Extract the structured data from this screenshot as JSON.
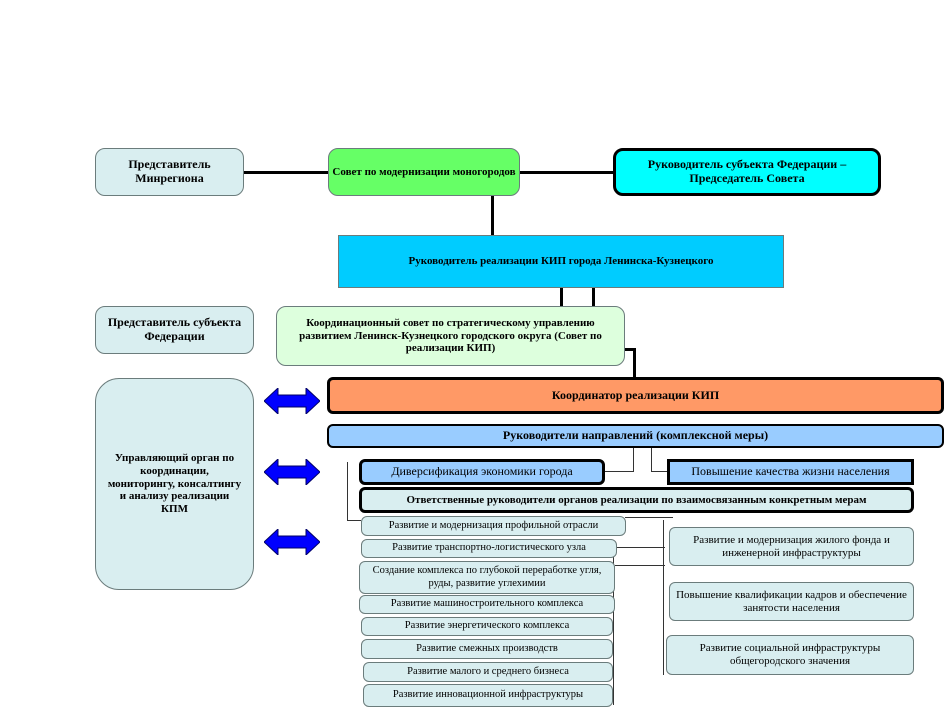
{
  "colors": {
    "pale_cyan": "#d9eef0",
    "green": "#66ff66",
    "cyan": "#00ffff",
    "sky": "#00ccff",
    "pale_green": "#ddffdd",
    "orange": "#ff9966",
    "light_blue": "#99ccff",
    "arrow_blue": "#0000ff"
  },
  "top_row": {
    "minregion_rep": "Представитель Минрегиона",
    "modernization_council": "Совет по модернизации моногородов",
    "federation_head": "Руководитель субъекта Федерации – Председатель Совета"
  },
  "kip_head": "Руководитель реализации КИП города Ленинска-Кузнецкого",
  "federation_rep": "Представитель субъекта Федерации",
  "coord_council": "Координационный совет по стратегическому управлению развитием Ленинск-Кузнецкого городского округа (Совет по реализации КИП)",
  "management_body": "Управляющий орган по координации, мониторингу, консалтингу и анализу реализации КПМ",
  "kip_coordinator": "Координатор реализации КИП",
  "direction_heads": "Руководители направлений (комплексной меры)",
  "directions": {
    "diversification": "Диверсификация экономики города",
    "quality_of_life": "Повышение качества жизни населения"
  },
  "responsible_heads": "Ответственные руководители органов реализации по взаимосвязанным конкретным мерам",
  "left_measures": [
    "Развитие и модернизация профильной отрасли",
    "Развитие транспортно-логистического узла",
    "Создание комплекса по глубокой переработке угля, руды, развитие углехимии",
    "Развитие машиностроительного комплекса",
    "Развитие энергетического комплекса",
    "Развитие смежных производств",
    "Развитие малого и среднего бизнеса",
    "Развитие инновационной инфраструктуры"
  ],
  "right_measures": [
    "Развитие и модернизация жилого фонда и инженерной инфраструктуры",
    "Повышение квалификации кадров и обеспечение занятости населения",
    "Развитие социальной инфраструктуры общегородского значения"
  ]
}
